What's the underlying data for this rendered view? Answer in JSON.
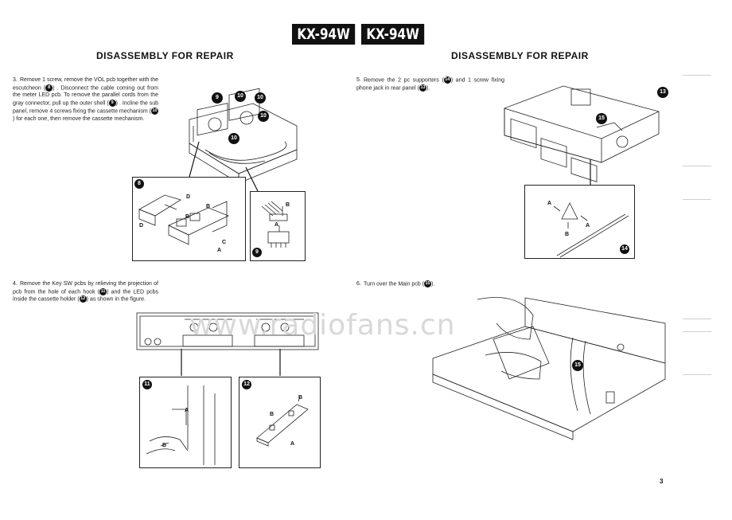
{
  "header": {
    "model_labels": [
      "KX-94W",
      "KX-94W"
    ]
  },
  "left_page": {
    "title": "DISASSEMBLY FOR REPAIR",
    "steps": [
      {
        "number": "3.",
        "parts": [
          "Remove 1 screw, remove the VOL pcb together with the escutcheon (",
          ") . Disconnect the cable coming out from the meter LED pcb. To remove the parallel cords from the gray connector, pull up the outer shell (",
          ") . Incline the sub panel, remove 4 screws fixing the cassette mechanism (",
          ") for each one, then remove the cassette mechanism."
        ],
        "refs": [
          "8",
          "9",
          "10"
        ]
      },
      {
        "number": "4.",
        "parts": [
          "Remove the Key SW pcbs by relieving the projection of pcb from the hole of each hook (",
          ") and the LED pcbs inside the cassette holder (",
          ") as shown in the figure."
        ],
        "refs": [
          "11",
          "12"
        ]
      }
    ],
    "figure1_callouts": [
      "9",
      "10",
      "10",
      "10",
      "10"
    ],
    "inset8": {
      "number": "8",
      "labels": [
        "D",
        "D",
        "B",
        "B",
        "C",
        "A"
      ]
    },
    "inset9": {
      "number": "9",
      "labels": [
        "B",
        "A"
      ]
    },
    "inset11": {
      "number": "11",
      "labels": [
        "A",
        "B"
      ]
    },
    "inset12": {
      "number": "12",
      "labels": [
        "B",
        "B",
        "A"
      ]
    }
  },
  "right_page": {
    "title": "DISASSEMBLY FOR REPAIR",
    "steps": [
      {
        "number": "5.",
        "parts": [
          "Remove the 2 pc supporters (",
          ") and 1 screw fixing phone jack in rear panel (",
          ")."
        ],
        "refs": [
          "14",
          "13"
        ]
      },
      {
        "number": "6.",
        "parts": [
          "Turn over the Main pcb (",
          ")."
        ],
        "refs": [
          "15"
        ]
      }
    ],
    "figure3_callouts": [
      "13",
      "15"
    ],
    "inset14": {
      "number": "14",
      "labels": [
        "A",
        "A",
        "B"
      ]
    },
    "figure4_callouts": [
      "15"
    ]
  },
  "watermark": "www.radiofans.cn",
  "page_number": "3"
}
